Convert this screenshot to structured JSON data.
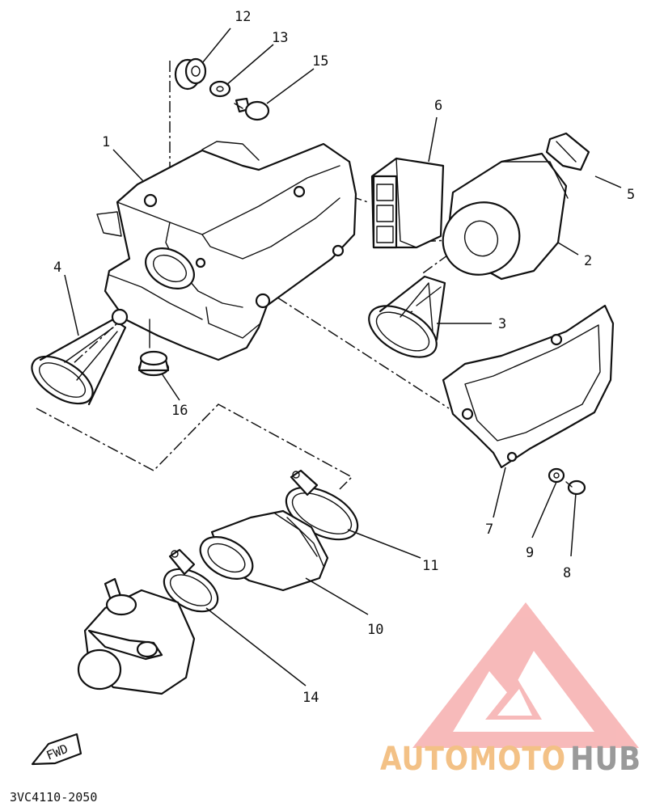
{
  "diagram": {
    "part_labels": [
      {
        "id": "1",
        "text": "1"
      },
      {
        "id": "2",
        "text": "2"
      },
      {
        "id": "3",
        "text": "3"
      },
      {
        "id": "4",
        "text": "4"
      },
      {
        "id": "5",
        "text": "5"
      },
      {
        "id": "6",
        "text": "6"
      },
      {
        "id": "7",
        "text": "7"
      },
      {
        "id": "8",
        "text": "8"
      },
      {
        "id": "9",
        "text": "9"
      },
      {
        "id": "10",
        "text": "10"
      },
      {
        "id": "11",
        "text": "11"
      },
      {
        "id": "12",
        "text": "12"
      },
      {
        "id": "13",
        "text": "13"
      },
      {
        "id": "14",
        "text": "14"
      },
      {
        "id": "15",
        "text": "15"
      },
      {
        "id": "16",
        "text": "16"
      }
    ],
    "fwd_label": "FWD",
    "drawing_code": "3VC4110-2050"
  },
  "watermark": {
    "brand_part1": "AUTOMOTO",
    "brand_part2": "HUB",
    "colors": {
      "logo": "#f28c8c",
      "part1": "#f3c186",
      "part2": "#9a9a9a"
    }
  }
}
